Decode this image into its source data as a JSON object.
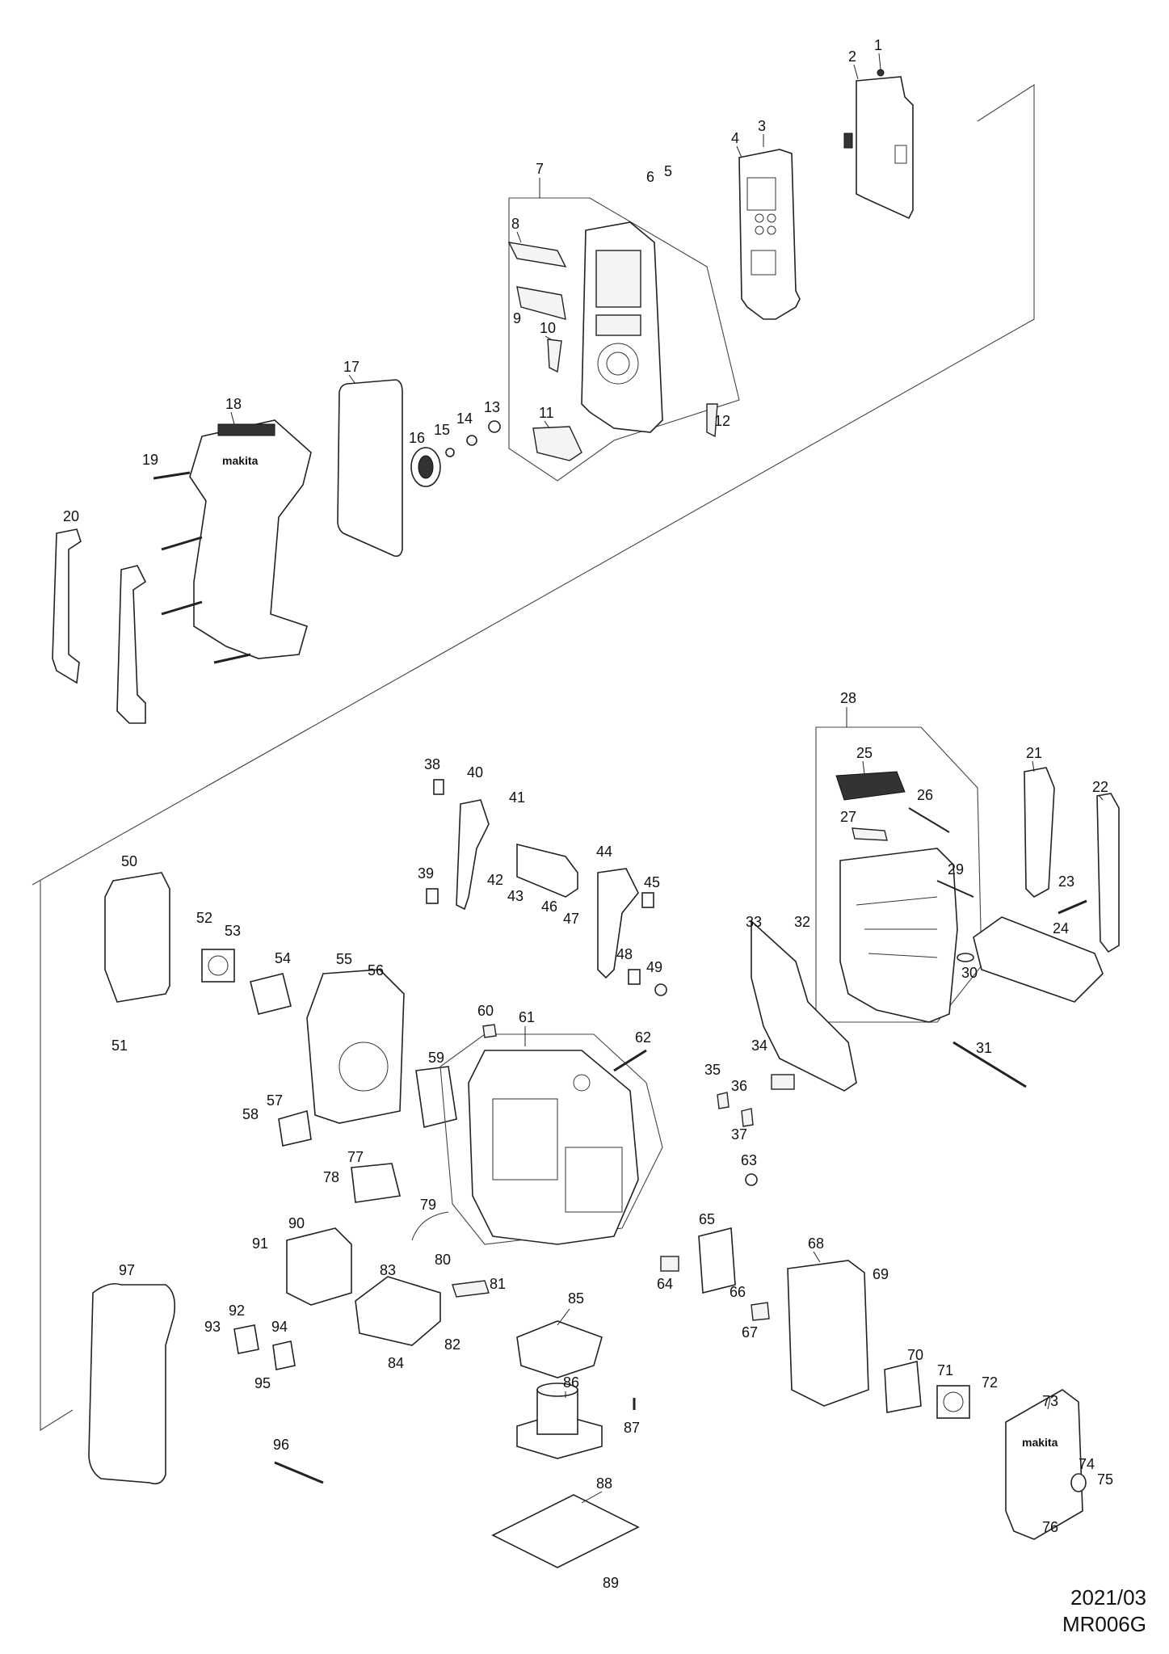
{
  "footer": {
    "date": "2021/03",
    "model": "MR006G"
  },
  "callouts": [
    "1",
    "2",
    "3",
    "4",
    "5",
    "6",
    "7",
    "8",
    "9",
    "10",
    "11",
    "12",
    "13",
    "14",
    "15",
    "16",
    "17",
    "18",
    "19",
    "20",
    "21",
    "22",
    "23",
    "24",
    "25",
    "26",
    "27",
    "28",
    "29",
    "30",
    "31",
    "32",
    "33",
    "34",
    "35",
    "36",
    "37",
    "38",
    "39",
    "40",
    "41",
    "42",
    "43",
    "44",
    "45",
    "46",
    "47",
    "48",
    "49",
    "50",
    "51",
    "52",
    "53",
    "54",
    "55",
    "56",
    "57",
    "58",
    "59",
    "60",
    "61",
    "62",
    "63",
    "64",
    "65",
    "66",
    "67",
    "68",
    "69",
    "70",
    "71",
    "72",
    "73",
    "74",
    "75",
    "76",
    "77",
    "78",
    "79",
    "80",
    "81",
    "82",
    "83",
    "84",
    "85",
    "86",
    "87",
    "88",
    "89",
    "90",
    "91",
    "92",
    "93",
    "94",
    "95",
    "96",
    "97"
  ],
  "logo_text": "makita"
}
